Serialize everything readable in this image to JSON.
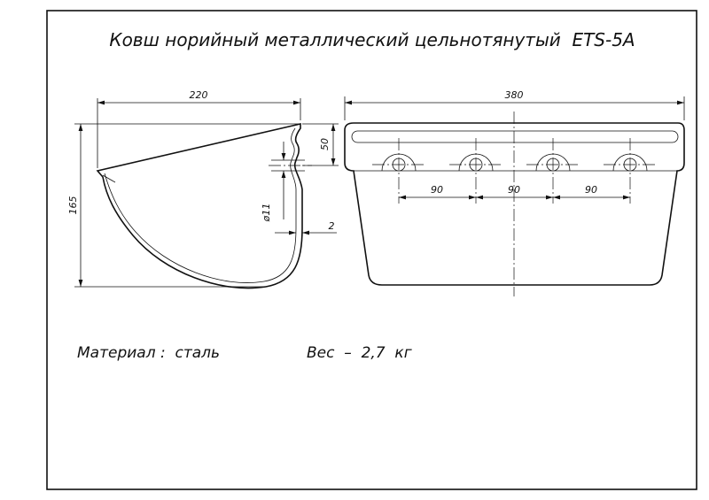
{
  "title": "Ковш норийный металлический цельнотянутый  ETS-5A",
  "side_view": {
    "dim_width": "220",
    "dim_height": "165",
    "dim_top_depth": "50",
    "dim_hole_diameter": "ø11",
    "dim_wall_thickness": "2"
  },
  "front_view": {
    "dim_width": "380",
    "hole_spacing": [
      "90",
      "90",
      "90"
    ]
  },
  "notes": {
    "material": "Материал :  сталь",
    "weight": "Вес  –  2,7  кг"
  }
}
